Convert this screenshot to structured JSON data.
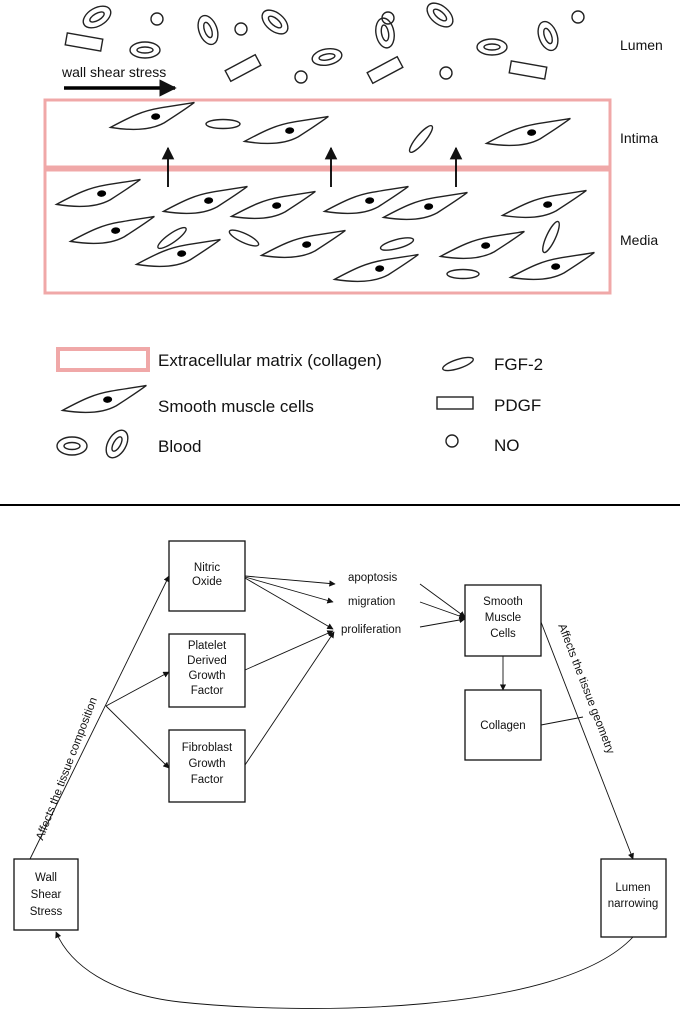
{
  "top": {
    "layer_labels": {
      "lumen": "Lumen",
      "intima": "Intima",
      "media": "Media"
    },
    "shear_label": "wall shear stress",
    "legend": {
      "ecm": "Extracellular matrix (collagen)",
      "smc": "Smooth muscle cells",
      "blood": "Blood",
      "fgf": "FGF-2",
      "pdgf": "PDGF",
      "no": "NO"
    }
  },
  "bottom": {
    "nodes": {
      "nitric_oxide": [
        "Nitric",
        "Oxide"
      ],
      "pdgf": [
        "Platelet",
        "Derived",
        "Growth",
        "Factor"
      ],
      "fgf": [
        "Fibroblast",
        "Growth",
        "Factor"
      ],
      "smc": [
        "Smooth",
        "Muscle",
        "Cells"
      ],
      "collagen": [
        "Collagen"
      ],
      "wss": [
        "Wall",
        "Shear",
        "Stress"
      ],
      "lumen": [
        "Lumen",
        "narrowing"
      ]
    },
    "processes": {
      "apoptosis": "apoptosis",
      "migration": "migration",
      "proliferation": "proliferation"
    },
    "edge_labels": {
      "composition": "Affects the tissue composition",
      "geometry": "Affects the tissue geometry"
    }
  },
  "colors": {
    "ecm_pink": "#f0a8a8",
    "ink": "#111111"
  }
}
